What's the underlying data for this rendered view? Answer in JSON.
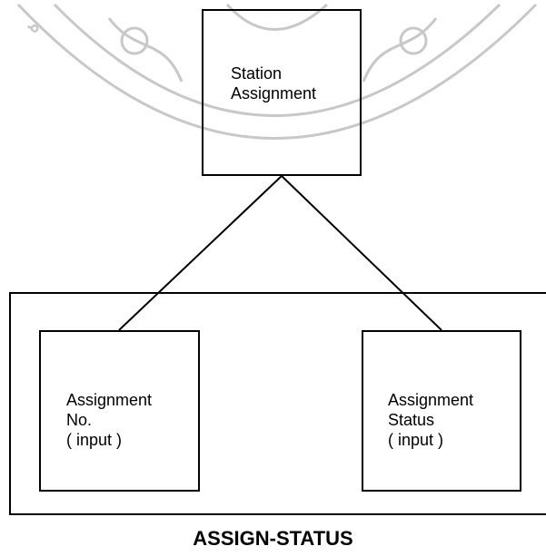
{
  "diagram": {
    "root": {
      "label_lines": [
        "Station",
        "Assignment"
      ]
    },
    "children": [
      {
        "label_lines": [
          "Assignment",
          "No.",
          "( input )"
        ]
      },
      {
        "label_lines": [
          "Assignment",
          "Status",
          "( input )"
        ]
      }
    ],
    "caption": "ASSIGN-STATUS"
  },
  "colors": {
    "line": "#000000",
    "background": "#ffffff",
    "watermark": "#c8c8c8"
  }
}
